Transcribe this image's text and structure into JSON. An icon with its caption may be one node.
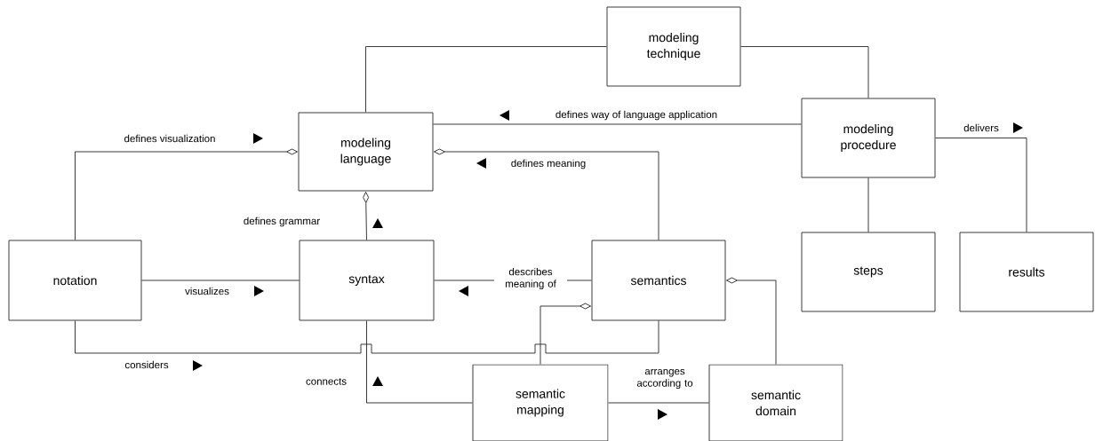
{
  "diagram": {
    "nodes": [
      {
        "text": [
          "modeling technique"
        ]
      },
      {
        "text": [
          "modeling language"
        ]
      },
      {
        "text": [
          "modeling procedure"
        ]
      },
      {
        "text": [
          "notation"
        ]
      },
      {
        "text": [
          "syntax"
        ]
      },
      {
        "text": [
          "semantics"
        ]
      },
      {
        "text": [
          "steps"
        ]
      },
      {
        "text": [
          "results"
        ]
      },
      {
        "text": [
          "semantic mapping"
        ]
      },
      {
        "text": [
          "semantic domain"
        ]
      }
    ],
    "edges": [
      {
        "from": 0,
        "to": 1,
        "arrow": "none"
      },
      {
        "from": 0,
        "to": 2,
        "arrow": "none"
      },
      {
        "from": 2,
        "to": 1,
        "arrow": "none",
        "label": "defines way of language application"
      },
      {
        "from": 3,
        "to": 1,
        "arrow": "other",
        "label": "defines visualization"
      },
      {
        "from": 4,
        "to": 1,
        "arrow": "other",
        "label": "defines grammar"
      },
      {
        "from": 5,
        "to": 1,
        "arrow": "other",
        "label": "defines meaning"
      },
      {
        "from": 3,
        "to": 4,
        "arrow": "none",
        "label": "visualizes"
      },
      {
        "from": 5,
        "to": 4,
        "arrow": "none",
        "label": "describes meaning of"
      },
      {
        "from": 3,
        "to": 5,
        "arrow": "none",
        "label": "considers"
      },
      {
        "from": 4,
        "to": 8,
        "arrow": "none",
        "label": "connects"
      },
      {
        "from": 8,
        "to": 5,
        "arrow": "other"
      },
      {
        "from": 8,
        "to": 9,
        "arrow": "none",
        "label": "arranges according to"
      },
      {
        "from": 9,
        "to": 5,
        "arrow": "other"
      },
      {
        "from": 2,
        "to": 6,
        "arrow": "none"
      },
      {
        "from": 2,
        "to": 7,
        "arrow": "none",
        "label": "delivers"
      }
    ]
  }
}
